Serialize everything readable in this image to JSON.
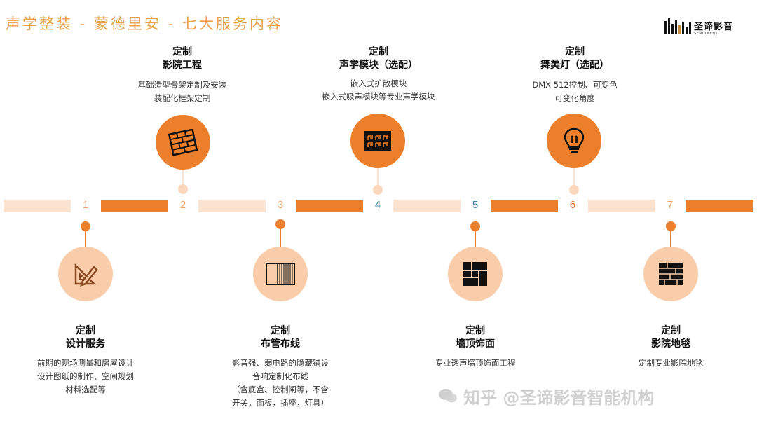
{
  "page": {
    "title": "声学整装 - 蒙德里安 - 七大服务内容"
  },
  "logo": {
    "brand": "圣谛影音",
    "brand_en": "SENDIMENT"
  },
  "colors": {
    "accent": "#ec7f2c",
    "accent_light": "#fbe3d1",
    "title": "#e8a048"
  },
  "steps": [
    {
      "number": "1",
      "title1": "定制",
      "title2": "设计服务",
      "desc": [
        "前期的现场测量和房屋设计",
        "设计图纸的制作、空间规划",
        "材料选配等"
      ],
      "icon": "design-tools-icon"
    },
    {
      "number": "2",
      "title1": "定制",
      "title2": "影院工程",
      "desc": [
        "基础造型骨架定制及安装",
        "装配化框架定制"
      ],
      "icon": "brick-wall-icon"
    },
    {
      "number": "3",
      "title1": "定制",
      "title2": "布管布线",
      "desc": [
        "影音强、弱电路的隐藏铺设",
        "音响定制化布线",
        "（含底盒、控制闸等，不含",
        "开关，面板，插座，灯具）"
      ],
      "icon": "wiring-panel-icon"
    },
    {
      "number": "4",
      "title1": "定制",
      "title2": "声学模块（选配）",
      "desc": [
        "嵌入式扩散模块",
        "嵌入式吸声模块等专业声学模块"
      ],
      "icon": "acoustic-module-icon"
    },
    {
      "number": "5",
      "title1": "定制",
      "title2": "墙顶饰面",
      "desc": [
        "专业透声墙顶饰面工程"
      ],
      "icon": "wall-panel-icon"
    },
    {
      "number": "6",
      "title1": "定制",
      "title2": "舞美灯（选配）",
      "desc": [
        "DMX 512控制、可变色",
        "可变化角度"
      ],
      "icon": "light-bulb-icon"
    },
    {
      "number": "7",
      "title1": "定制",
      "title2": "影院地毯",
      "desc": [
        "定制专业影院地毯"
      ],
      "icon": "carpet-icon"
    }
  ],
  "watermark": {
    "text": "知乎 @圣谛影音智能机构"
  }
}
